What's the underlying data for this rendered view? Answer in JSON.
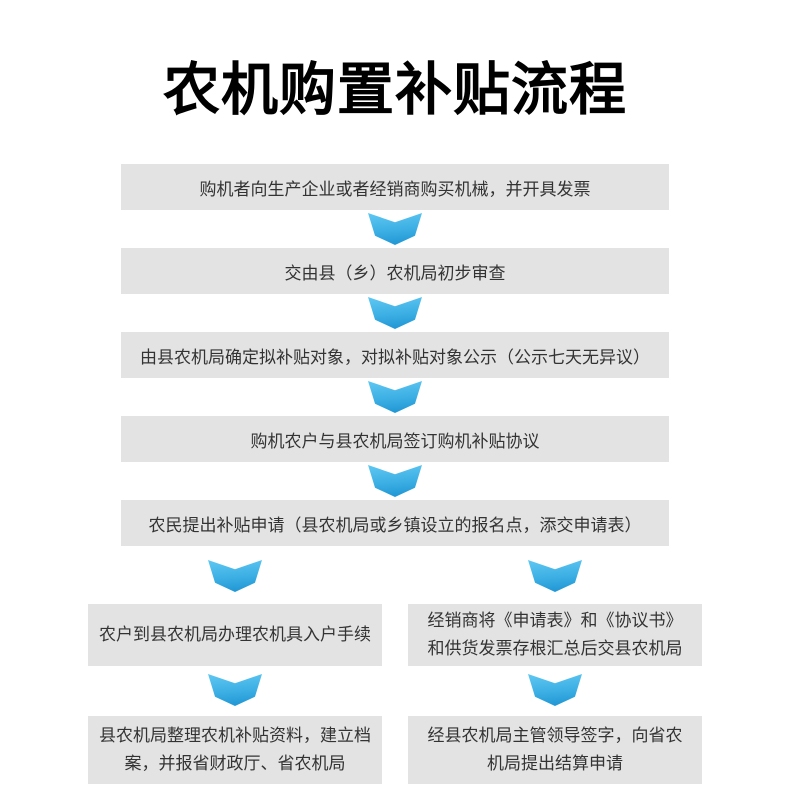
{
  "title": "农机购置补贴流程",
  "flow": {
    "main_steps": [
      "购机者向生产企业或者经销商购买机械，并开具发票",
      "交由县（乡）农机局初步审查",
      "由县农机局确定拟补贴对象，对拟补贴对象公示（公示七天无异议）",
      "购机农户与县农机局签订购机补贴协议",
      "农民提出补贴申请（县农机局或乡镇设立的报名点，添交申请表）"
    ],
    "left_branch": [
      {
        "lines": [
          "农户到县农机局办理农机具入户手续"
        ]
      },
      {
        "lines": [
          "县农机局整理农机补贴资料，建立档",
          "案，并报省财政厅、省农机局"
        ]
      }
    ],
    "right_branch": [
      {
        "lines": [
          "经销商将《申请表》和《协议书》",
          "和供货发票存根汇总后交县农机局"
        ]
      },
      {
        "lines": [
          "经县农机局主管领导签字，向省农",
          "机局提出结算申请"
        ]
      }
    ]
  },
  "colors": {
    "background": "#ffffff",
    "box_bg": "#e3e3e3",
    "text": "#333333",
    "title": "#000000",
    "arrow_top": "#5fc8f3",
    "arrow_bottom": "#1b92d1"
  }
}
